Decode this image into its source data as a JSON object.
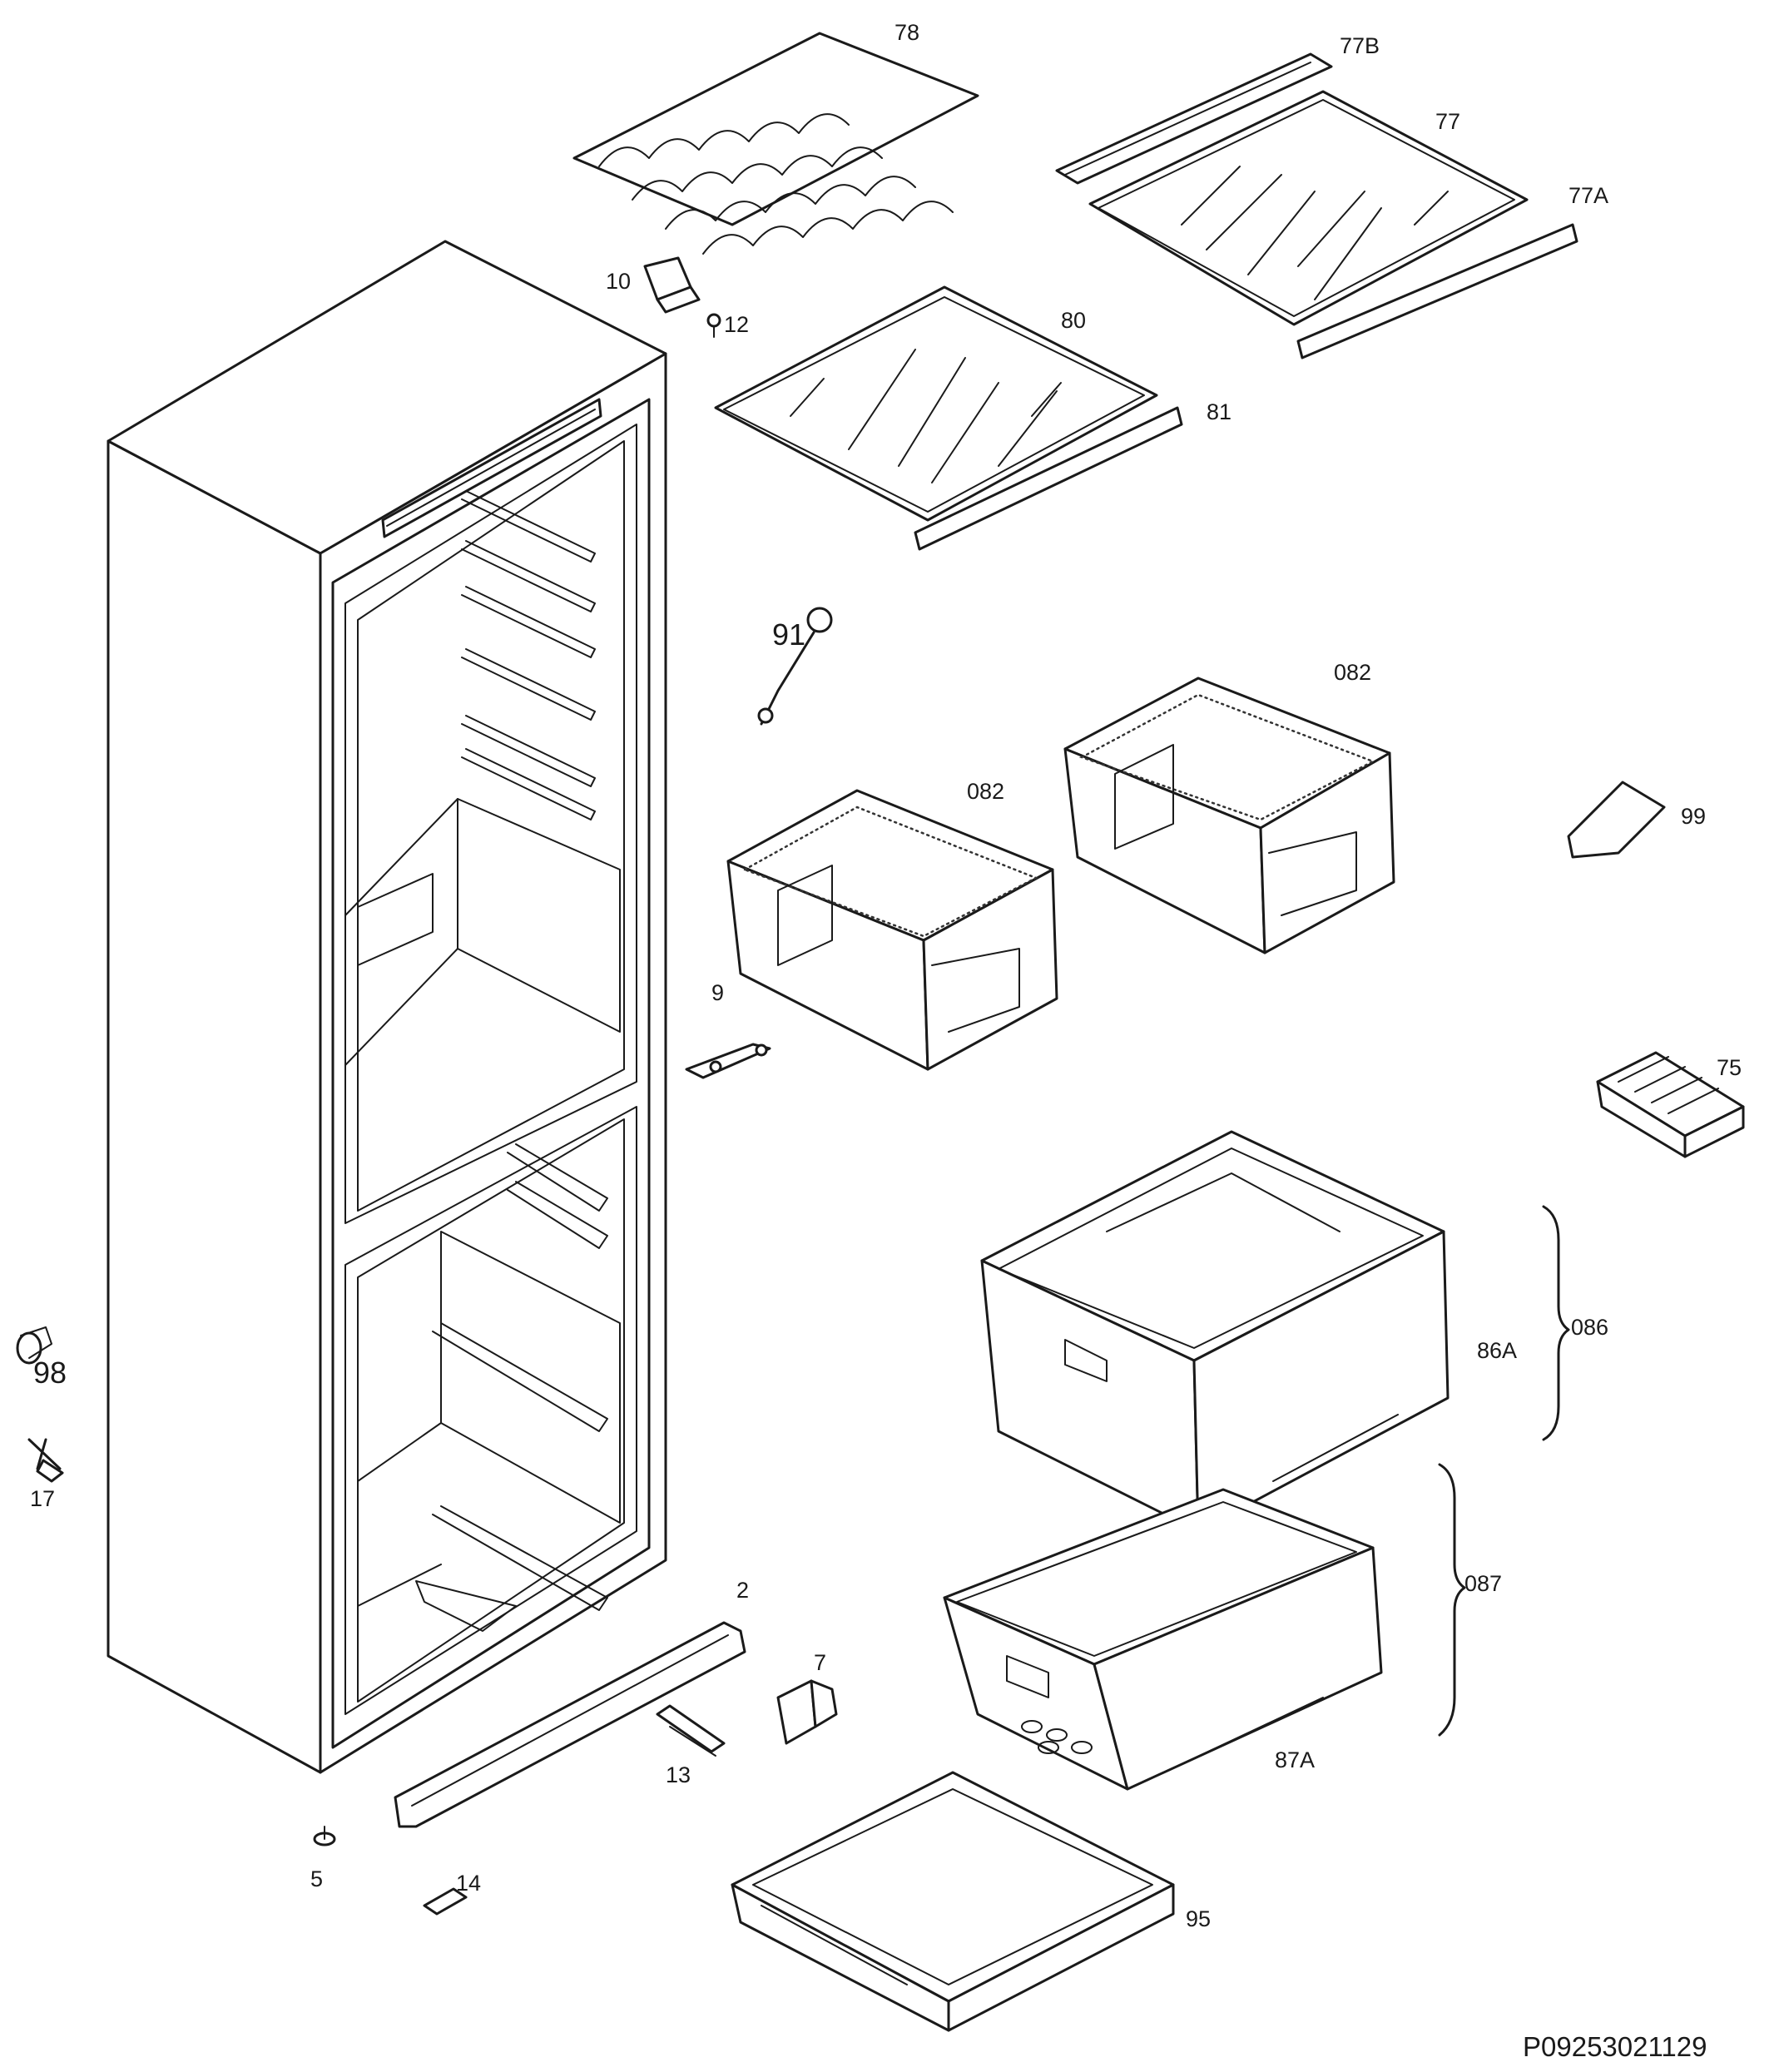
{
  "diagram": {
    "callouts": {
      "p78": "78",
      "p77b": "77B",
      "p77": "77",
      "p77a": "77A",
      "p10": "10",
      "p12": "12",
      "p80": "80",
      "p81": "81",
      "p91": "91",
      "p082_right": "082",
      "p082_left": "082",
      "p99": "99",
      "p9": "9",
      "p75": "75",
      "p86a": "86A",
      "p086": "086",
      "p087": "087",
      "p87a": "87A",
      "p98": "98",
      "p17": "17",
      "p2": "2",
      "p7": "7",
      "p13": "13",
      "p5": "5",
      "p14": "14",
      "p95": "95"
    },
    "drawing_number": "P09253021129"
  }
}
